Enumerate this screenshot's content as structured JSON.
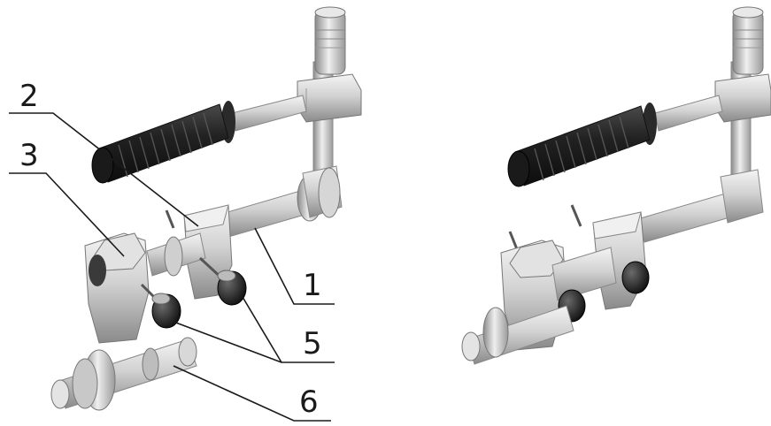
{
  "callouts": {
    "label_2": "2",
    "label_3": "3",
    "label_1": "1",
    "label_5": "5",
    "label_6": "6"
  },
  "colors": {
    "metal_light": "#e6e6e6",
    "metal_mid": "#b4b4b4",
    "metal_dark": "#6e6e6e",
    "grip_black": "#1f1f1f",
    "cap_black": "#2a2a2a",
    "ink": "#1a1a1a"
  }
}
